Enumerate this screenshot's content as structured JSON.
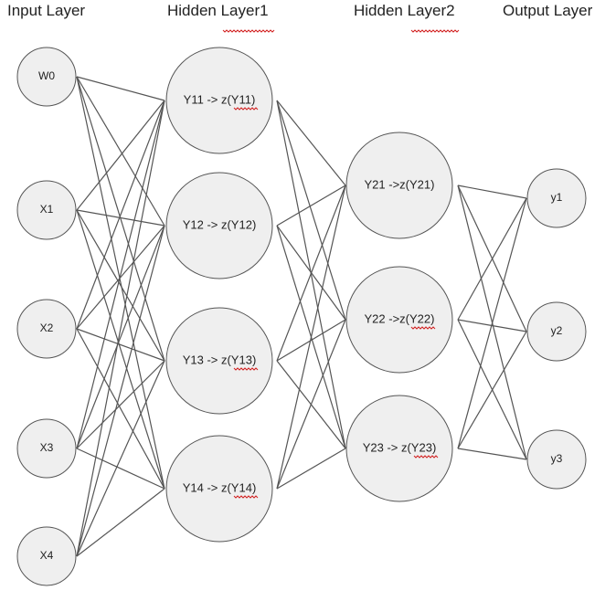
{
  "layers": [
    {
      "key": "input",
      "title": "Input Layer",
      "nodes": [
        "W0",
        "X1",
        "X2",
        "X3",
        "X4"
      ]
    },
    {
      "key": "hidden1",
      "title": "Hidden Layer1",
      "nodes": [
        "Y11 -> z(Y11)",
        "Y12 -> z(Y12)",
        "Y13 -> z(Y13)",
        "Y14 -> z(Y14)"
      ]
    },
    {
      "key": "hidden2",
      "title": "Hidden Layer2",
      "nodes": [
        "Y21 ->z(Y21)",
        "Y22 ->z(Y22)",
        "Y23 -> z(Y23)"
      ]
    },
    {
      "key": "output",
      "title": "Output Layer",
      "nodes": [
        "y1",
        "y2",
        "y3"
      ]
    }
  ],
  "colors": {
    "node_fill": "#efefef",
    "node_stroke": "#555555",
    "edge": "#555555",
    "spellcheck_underline": "#d21f1f",
    "text": "#222222"
  }
}
